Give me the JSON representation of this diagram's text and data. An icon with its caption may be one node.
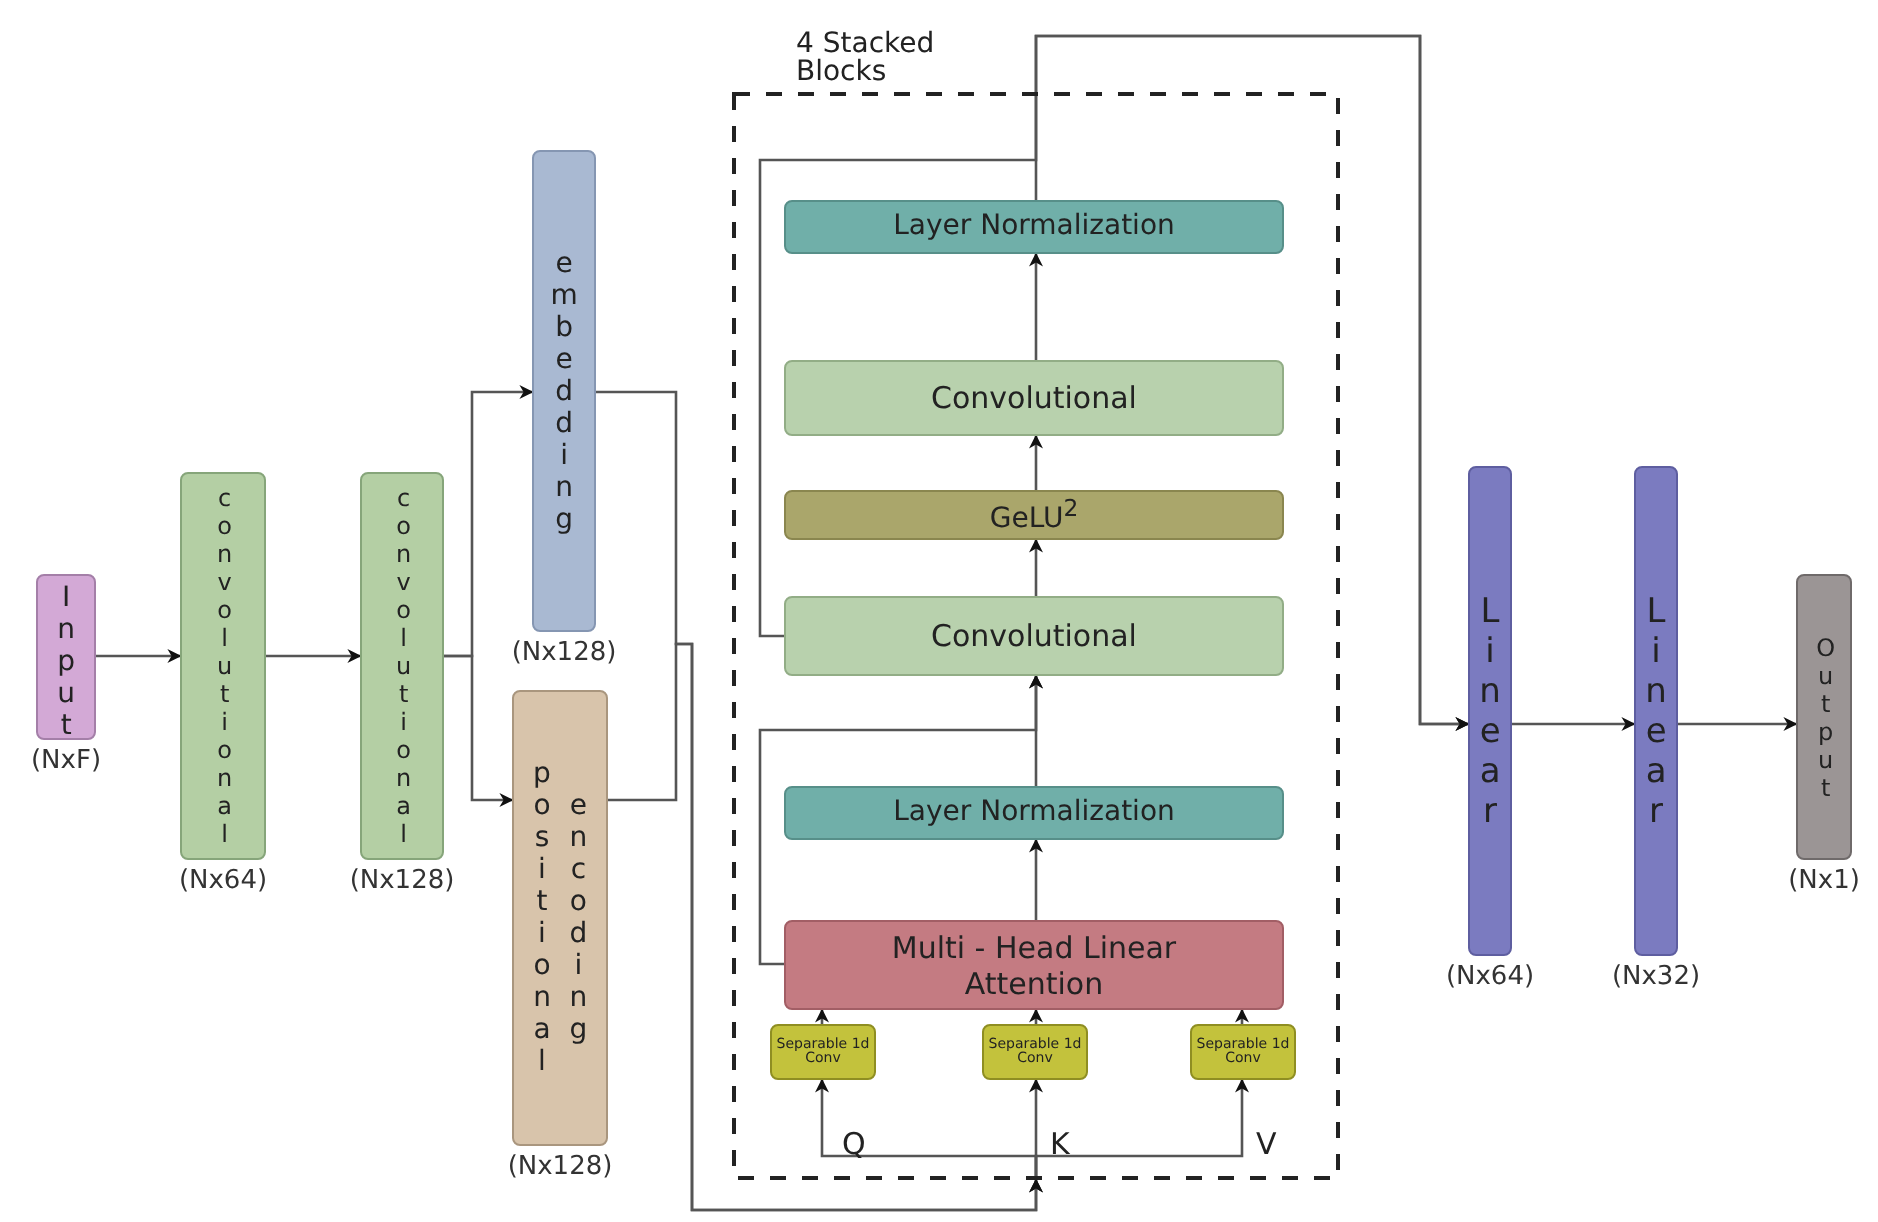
{
  "diagram": {
    "nodes": [
      {
        "text": [
          "Input"
        ],
        "beside": [
          "(NxF)"
        ]
      },
      {
        "text": [
          "convolutional"
        ],
        "beside": [
          "(Nx64)"
        ]
      },
      {
        "text": [
          "convolutional"
        ],
        "beside": [
          "(Nx128)"
        ]
      },
      {
        "text": [
          "embedding"
        ],
        "beside": [
          "(Nx128)"
        ]
      },
      {
        "text": [
          "positional encoding"
        ],
        "beside": [
          "(Nx128)"
        ]
      },
      {
        "text": [
          "4 Stacked Blocks"
        ]
      },
      {
        "text": [
          "Multi - Head Linear Attention"
        ],
        "in": 5
      },
      {
        "text": [
          "Layer Normalization"
        ],
        "in": 5
      },
      {
        "text": [
          "Convolutional"
        ],
        "in": 5
      },
      {
        "text": [
          "GeLU$^{2}$"
        ],
        "in": 5
      },
      {
        "text": [
          "Convolutional"
        ],
        "in": 5
      },
      {
        "text": [
          "Layer Normalization"
        ],
        "in": 5
      },
      {
        "text": [
          "Separable 1d Conv"
        ],
        "in": 5
      },
      {
        "text": [
          "Separable 1d Conv"
        ],
        "in": 5
      },
      {
        "text": [
          "Separable 1d Conv"
        ],
        "in": 5
      },
      {
        "text": [
          "Linear"
        ],
        "beside": [
          "(Nx64)"
        ]
      },
      {
        "text": [
          "Linear"
        ],
        "beside": [
          "(Nx32)"
        ]
      },
      {
        "text": [
          "Output"
        ],
        "beside": [
          "(Nx1)"
        ]
      }
    ],
    "edges": [
      {
        "from": 0,
        "to": 1,
        "arrow": "to"
      },
      {
        "from": 1,
        "to": 2,
        "arrow": "to"
      },
      {
        "from": 2,
        "to": 3,
        "arrow": "to"
      },
      {
        "from": 2,
        "to": 4,
        "arrow": "to"
      },
      {
        "from": 3,
        "to": 5,
        "arrow": "to"
      },
      {
        "from": 4,
        "to": 5,
        "arrow": "to"
      },
      {
        "from": null,
        "to": 12,
        "arrow": "to"
      },
      {
        "from": null,
        "to": 13,
        "arrow": "to"
      },
      {
        "from": null,
        "to": 14,
        "arrow": "to"
      },
      {
        "from": 12,
        "to": 6,
        "arrow": "to"
      },
      {
        "from": 13,
        "to": 6,
        "arrow": "to"
      },
      {
        "from": 14,
        "to": 6,
        "arrow": "to"
      },
      {
        "from": 6,
        "to": 7,
        "arrow": "to"
      },
      {
        "from": 7,
        "to": 8,
        "arrow": "to"
      },
      {
        "from": 6,
        "to": 8,
        "arrow": "to"
      },
      {
        "from": 8,
        "to": 9,
        "arrow": "to"
      },
      {
        "from": 9,
        "to": 10,
        "arrow": "to"
      },
      {
        "from": 10,
        "to": 11,
        "arrow": "to"
      },
      {
        "from": 11,
        "to": 15,
        "arrow": "to"
      },
      {
        "from": 8,
        "to": 15,
        "arrow": "to"
      },
      {
        "from": 15,
        "to": 16,
        "arrow": "to"
      },
      {
        "from": 16,
        "to": 17,
        "arrow": "to"
      }
    ],
    "labels": [
      "Q",
      "K",
      "V"
    ]
  }
}
